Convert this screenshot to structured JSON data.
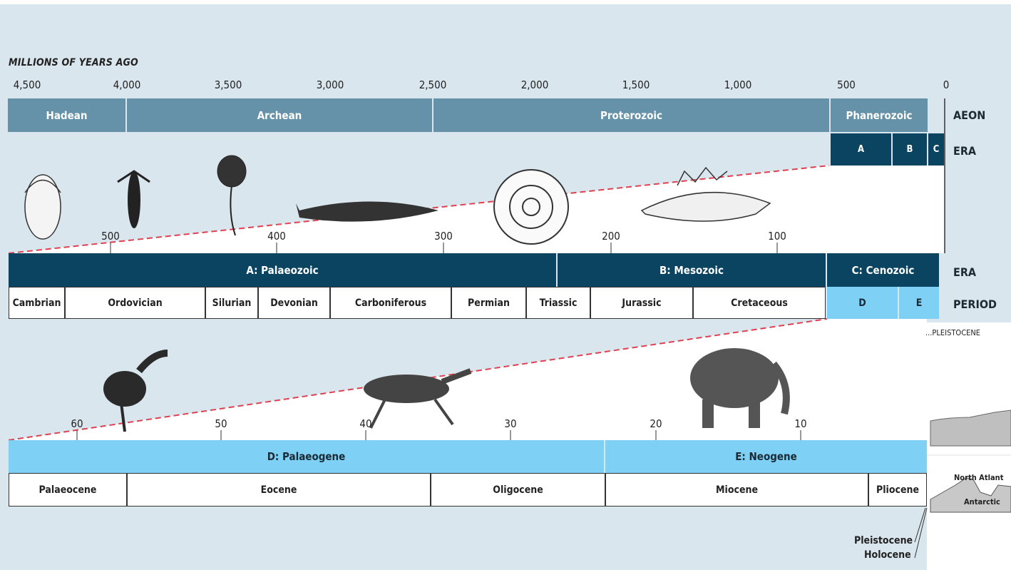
{
  "caption": "MILLIONS OF YEARS AGO",
  "aeon_ticks": [
    "4,500",
    "4,000",
    "3,500",
    "3,000",
    "2,500",
    "2,000",
    "1,500",
    "1,000",
    "500",
    "0"
  ],
  "aeons": [
    "Hadean",
    "Archean",
    "Proterozoic",
    "Phanerozoic"
  ],
  "top_eras": [
    "A",
    "B",
    "C"
  ],
  "right_labels": {
    "aeon": "AEON",
    "era1": "ERA",
    "era2": "ERA",
    "period": "PERIOD"
  },
  "mid_ticks": [
    "500",
    "400",
    "300",
    "200",
    "100"
  ],
  "eras": [
    "A: Palaeozoic",
    "B: Mesozoic",
    "C: Cenozoic"
  ],
  "periods": [
    "Cambrian",
    "Ordovician",
    "Silurian",
    "Devonian",
    "Carboniferous",
    "Permian",
    "Triassic",
    "Jurassic",
    "Cretaceous",
    "D",
    "E"
  ],
  "low_ticks": [
    "60",
    "50",
    "40",
    "30",
    "20",
    "10"
  ],
  "sub_eras": [
    "D: Palaeogene",
    "E: Neogene"
  ],
  "epochs": [
    "Palaeocene",
    "Eocene",
    "Oligocene",
    "Miocene",
    "Pliocene"
  ],
  "pleistocene_note": "Pleistocene",
  "holocene_note": "Holocene",
  "side_panel": {
    "title": "...PLEISTOCENE",
    "north": "North Atlant",
    "antarctic": "Antarctic"
  },
  "colors": {
    "aeon": "#6592a8",
    "era": "#0b4461",
    "cyan": "#7ed0f4",
    "background": "#d9e6ee"
  }
}
